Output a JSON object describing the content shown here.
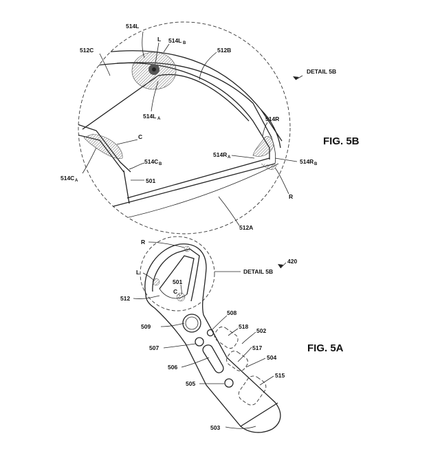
{
  "figures": {
    "fig_5b": "FIG. 5B",
    "fig_5a": "FIG. 5A"
  },
  "detail": {
    "top_label": "DETAIL 5B",
    "bottom_label": "DETAIL 5B"
  },
  "labels": {
    "l514L": "514L",
    "lL": "L",
    "l514LB": "514L",
    "l514LB_sub": "B",
    "l512C": "512C",
    "l512B": "512B",
    "l514LA": "514L",
    "l514LA_sub": "A",
    "lC_top": "C",
    "l514R": "514R",
    "l514RA": "514R",
    "l514RA_sub": "A",
    "l514RB": "514R",
    "l514RB_sub": "B",
    "l514CB": "514C",
    "l514CB_sub": "B",
    "l514CA": "514C",
    "l514CA_sub": "A",
    "l501_top": "501",
    "lR_top": "R",
    "l512A": "512A",
    "l420": "420",
    "lR_bot": "R",
    "lL_bot": "L",
    "l501_bot": "501",
    "l512": "512",
    "lC_bot": "C",
    "l508": "508",
    "l509": "509",
    "l518": "518",
    "l502": "502",
    "l507": "507",
    "l517": "517",
    "l506": "506",
    "l504": "504",
    "l505": "505",
    "l515": "515",
    "l503": "503"
  }
}
